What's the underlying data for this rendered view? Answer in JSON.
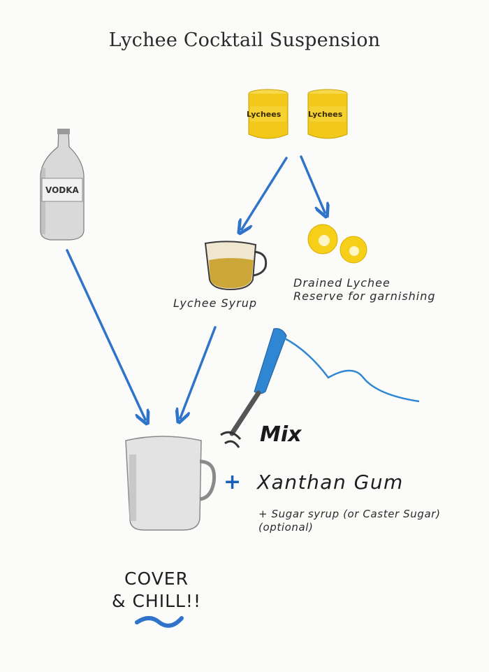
{
  "title": "Lychee Cocktail Suspension",
  "ingredients": {
    "vodka_label": "VODKA",
    "can_labels": [
      "Lychees",
      "Lychees"
    ]
  },
  "labels": {
    "lychee_syrup": "Lychee Syrup",
    "drained_line1": "Drained Lychee",
    "drained_line2": "Reserve for garnishing",
    "mix": "Mix",
    "plus": "+",
    "xanthan": "Xanthan Gum",
    "sugar_line1": "+ Sugar syrup (or Caster Sugar)",
    "sugar_line2": "(optional)",
    "cover_line1": "COVER",
    "cover_line2": "& CHILL!!"
  },
  "colors": {
    "arrow": "#2f74c9",
    "lychee_yellow": "#f2c81a",
    "blender_blue": "#2f86d3",
    "jug_grey": "#9a9a9a"
  }
}
